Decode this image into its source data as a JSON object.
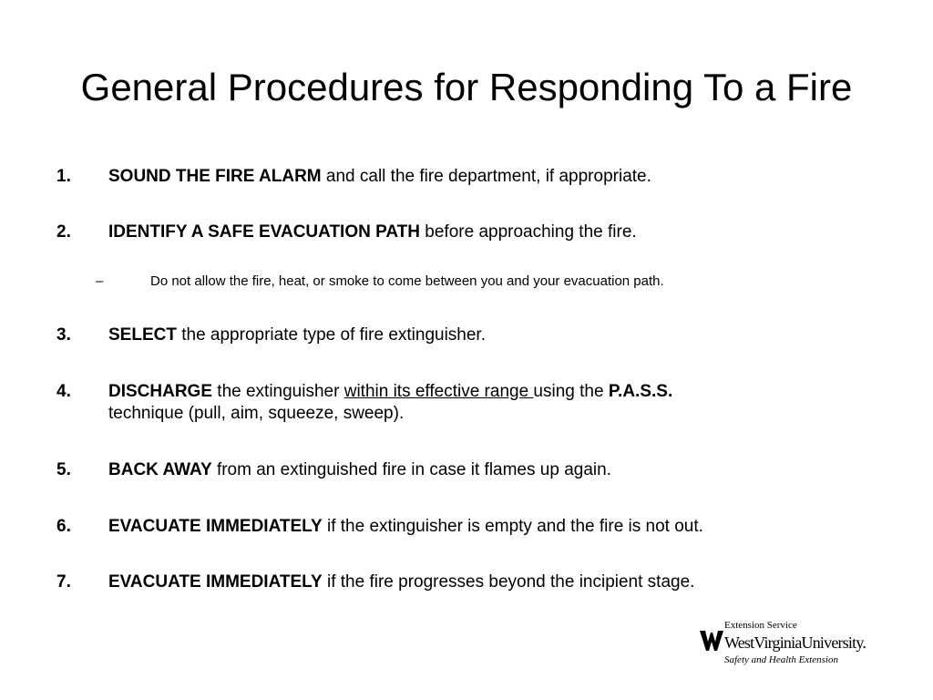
{
  "slide": {
    "title": "General Procedures for Responding To a Fire"
  },
  "steps": [
    {
      "number": "1.",
      "bold": "SOUND THE FIRE ALARM",
      "text": " and call the fire department, if appropriate."
    },
    {
      "number": "2.",
      "bold": "IDENTIFY A SAFE EVACUATION PATH",
      "text": " before approaching the fire."
    },
    {
      "number": "3.",
      "bold": "SELECT",
      "text": " the appropriate type of fire extinguisher."
    },
    {
      "number": "4.",
      "bold": "DISCHARGE",
      "text_a": " the extinguisher ",
      "underlined": "within its effective range ",
      "text_b": "using the ",
      "bold_b": "P.A.S.S.",
      "text_c": " technique (pull, aim, squeeze, sweep)."
    },
    {
      "number": "5.",
      "bold": "BACK AWAY",
      "text": " from an extinguished fire in case it flames up again."
    },
    {
      "number": "6.",
      "bold": "EVACUATE IMMEDIATELY",
      "text": " if the extinguisher is empty and the fire is not out."
    },
    {
      "number": "7.",
      "bold": "EVACUATE IMMEDIATELY",
      "text": " if the fire progresses beyond the incipient stage."
    }
  ],
  "sub_step": {
    "marker": "–",
    "text": "Do not allow the fire, heat, or smoke to come between you and your evacuation path."
  },
  "logo": {
    "line1": "Extension Service",
    "line2": "WestVirginiaUniversity.",
    "line3": "Safety and Health Extension",
    "icon": "wv-flying-wv-logo-icon",
    "color": "#000000"
  }
}
